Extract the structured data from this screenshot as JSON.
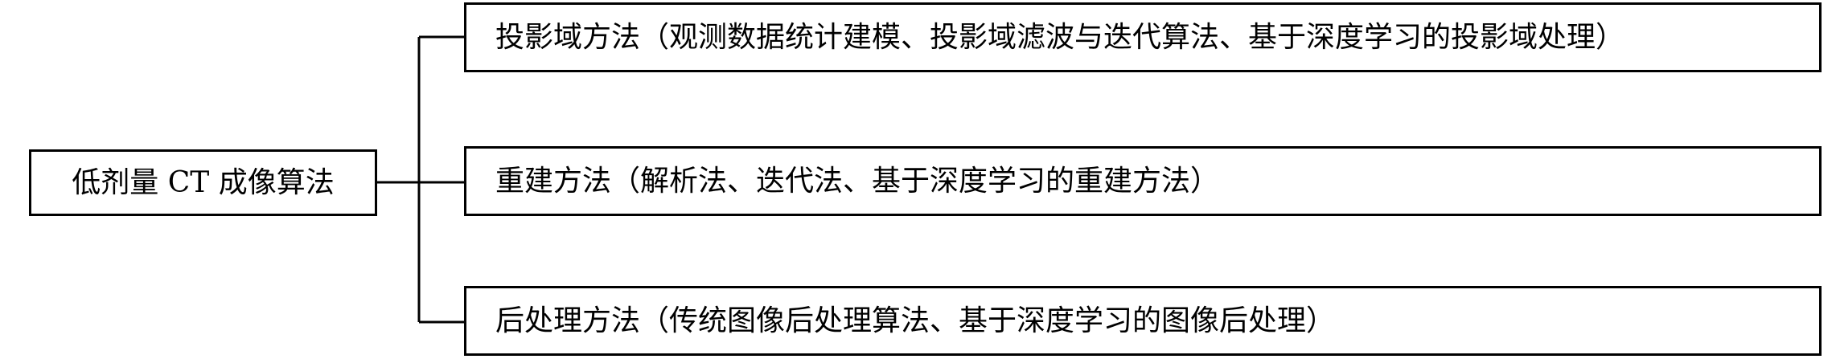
{
  "diagram": {
    "root": {
      "label": "低剂量 CT 成像算法"
    },
    "branches": [
      {
        "label": "投影域方法（观测数据统计建模、投影域滤波与迭代算法、基于深度学习的投影域处理）"
      },
      {
        "label": "重建方法（解析法、迭代法、基于深度学习的重建方法）"
      },
      {
        "label": "后处理方法（传统图像后处理算法、基于深度学习的图像后处理）"
      }
    ]
  },
  "style": {
    "line_color": "#000000",
    "box_border_color": "#000000",
    "background": "#ffffff"
  }
}
